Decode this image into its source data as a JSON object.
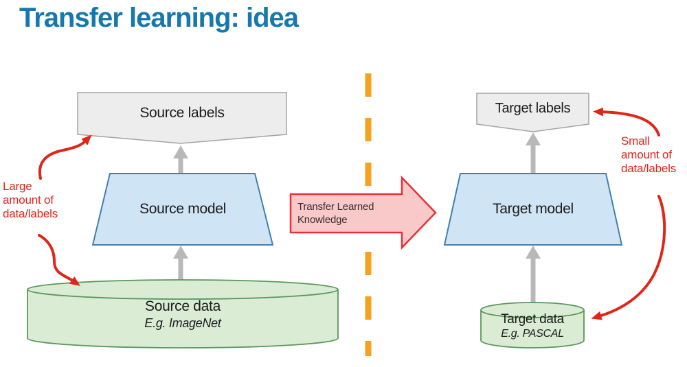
{
  "slide": {
    "title": "Transfer learning: idea"
  },
  "left_pipeline": {
    "labels_box": "Source labels",
    "model_box": "Source model",
    "data_box": {
      "title": "Source data",
      "subtitle": "E.g. ImageNet"
    }
  },
  "right_pipeline": {
    "labels_box": "Target labels",
    "model_box": "Target model",
    "data_box": {
      "title": "Target data",
      "subtitle": "E.g. PASCAL"
    }
  },
  "transfer_arrow": {
    "label": "Transfer Learned Knowledge"
  },
  "annotations": {
    "large": {
      "lines": [
        "Large",
        "amount of",
        "data/labels"
      ]
    },
    "small": {
      "lines": [
        "Small",
        "amount of",
        "data/labels"
      ]
    }
  },
  "colors": {
    "title_teal": "#1678ad",
    "labels_box_fill": "#ededed",
    "labels_box_stroke": "#a3a3a3",
    "model_fill": "#cfe4f4",
    "model_stroke": "#4080b0",
    "data_fill": "#daecd4",
    "data_stroke": "#5a975a",
    "flow_arrow_gray": "#b8b8b8",
    "divider_orange": "#f6a21e",
    "transfer_fill": "#f9c9c9",
    "transfer_stroke": "#ea2f36",
    "annotation_red": "#e02519",
    "text_dark": "#1b1b1b"
  }
}
